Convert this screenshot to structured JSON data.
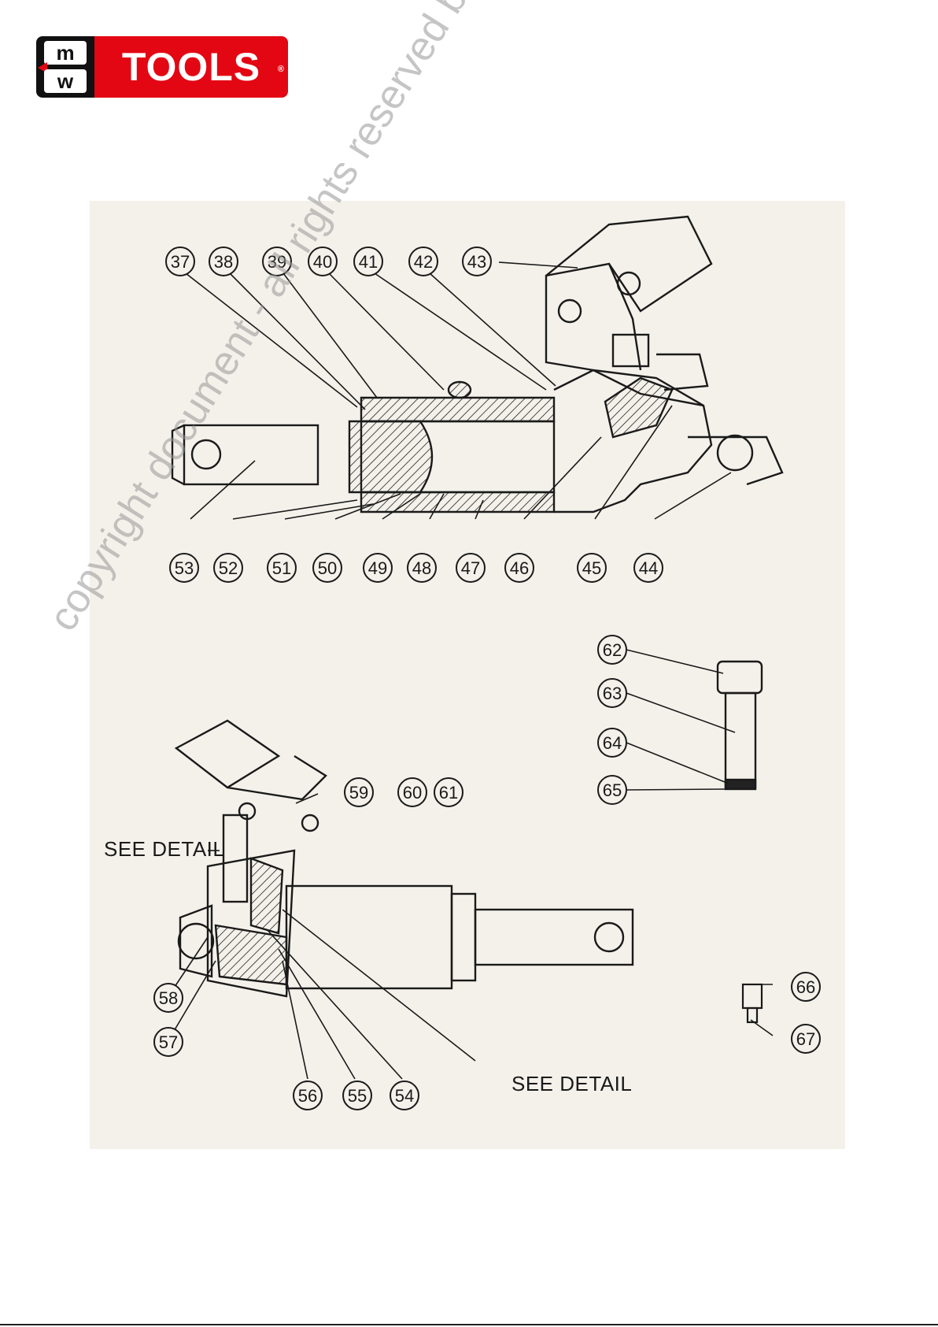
{
  "logo": {
    "mark_top": "m",
    "mark_bottom": "w",
    "word": "TOOLS",
    "registered": "®",
    "brand_red": "#e30613"
  },
  "diagram": {
    "top_callouts": [
      "37",
      "38",
      "39",
      "40",
      "41",
      "42",
      "43"
    ],
    "bottom_callouts": [
      "53",
      "52",
      "51",
      "50",
      "49",
      "48",
      "47",
      "46",
      "45",
      "44"
    ],
    "pin_callouts": [
      "62",
      "63",
      "64",
      "65"
    ],
    "link_callouts": [
      "59",
      "60",
      "61"
    ],
    "lower_callouts": [
      "58",
      "57",
      "56",
      "55",
      "54"
    ],
    "valve_callouts": [
      "66",
      "67"
    ],
    "see_detail_left": "SEE DETAIL",
    "see_detail_right": "SEE DETAIL"
  },
  "watermark": "copyright document - all rights reserved by FBC"
}
